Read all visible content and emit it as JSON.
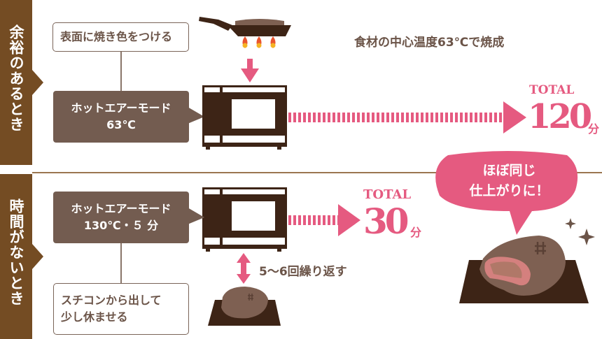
{
  "sections": [
    {
      "label": "余裕のあるとき",
      "step_box": "表面に焼き色をつける",
      "mode_line1": "ホットエアーモード",
      "mode_line2": "63℃",
      "note": "食材の中心温度63℃で焼成",
      "total_label": "TOTAL",
      "total_value": "120",
      "total_unit": "分"
    },
    {
      "label": "時間がないとき",
      "mode_line1": "ホットエアーモード",
      "mode_line2": "130℃・５ 分",
      "repeat_note": "5〜6回繰り返す",
      "rest_line1": "スチコンから出して",
      "rest_line2": "少し休ませる",
      "total_label": "TOTAL",
      "total_value": "30",
      "total_unit": "分"
    }
  ],
  "bubble": {
    "line1": "ほぼ同じ",
    "line2": "仕上がりに！"
  },
  "colors": {
    "brown": "#744c23",
    "dark": "#3d2416",
    "box": "#735c50",
    "pink": "#e55a80",
    "meat": "#7e6052"
  }
}
